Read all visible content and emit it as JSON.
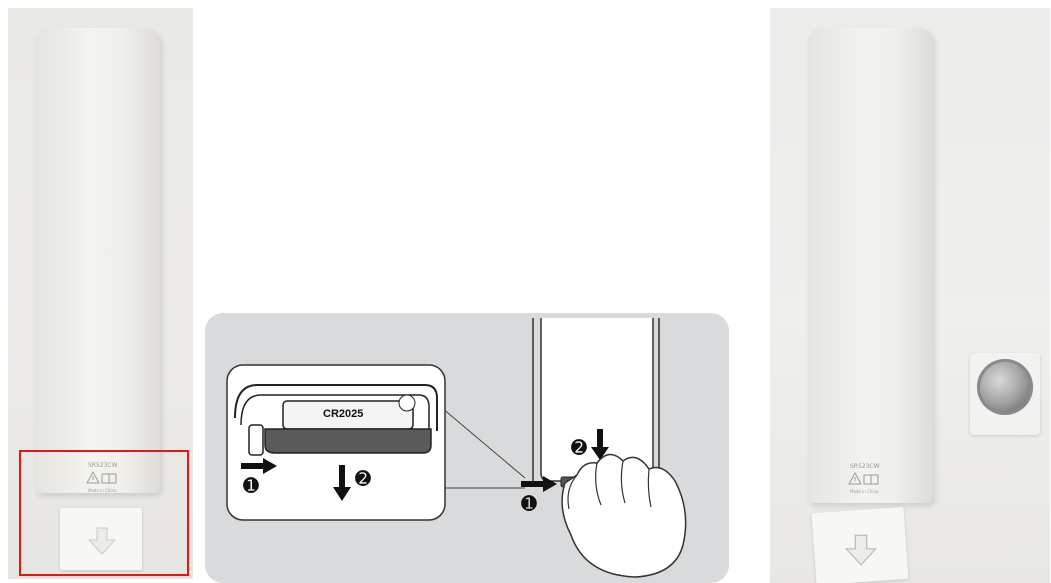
{
  "left_photo": {
    "model_label": "SR523CW",
    "made_in": "Made in China"
  },
  "diagram": {
    "battery_label": "CR2025",
    "step_1_marker": "➊",
    "step_2_marker": "➋"
  },
  "right_photo": {
    "model_label": "SR523CW",
    "made_in": "Made in China"
  },
  "colors": {
    "highlight_border": "#e01818",
    "diagram_background": "#d9dadb"
  }
}
